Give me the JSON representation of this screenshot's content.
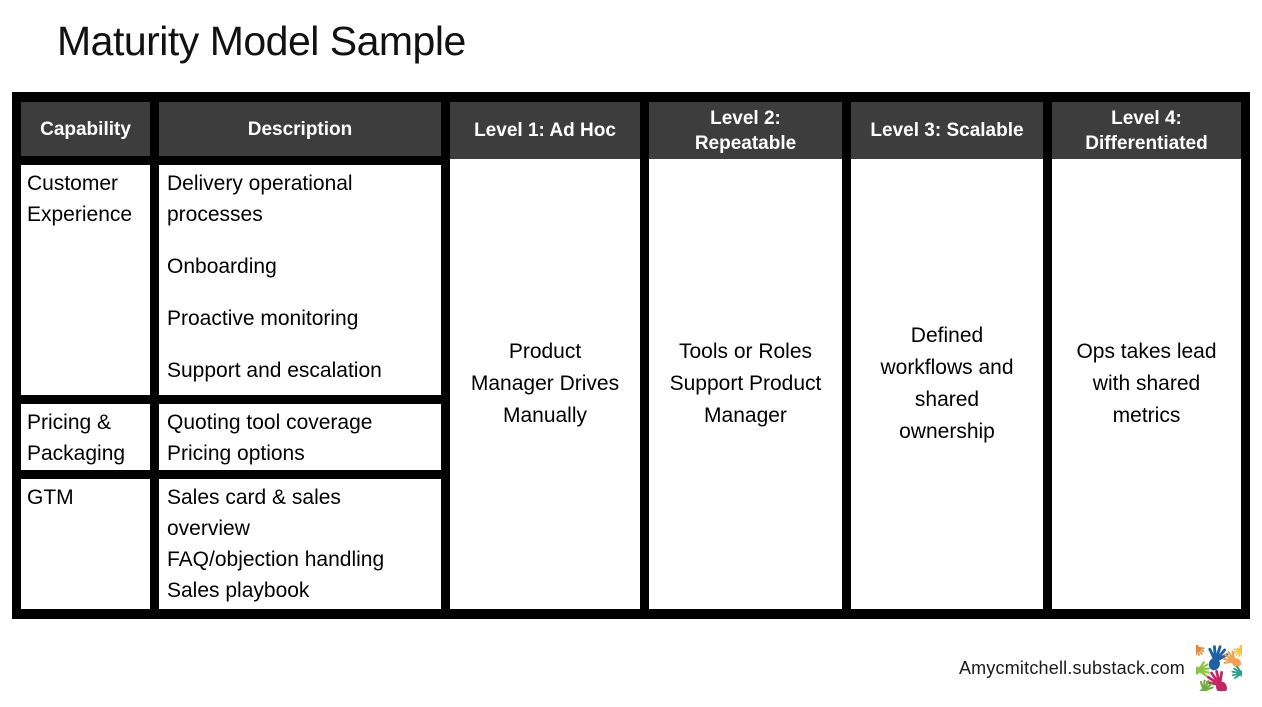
{
  "page": {
    "title": "Maturity Model Sample"
  },
  "table": {
    "columns": [
      {
        "key": "capability",
        "label": "Capability",
        "label_lines": [
          "Capability"
        ]
      },
      {
        "key": "description",
        "label": "Description",
        "label_lines": [
          "Description"
        ]
      },
      {
        "key": "level1",
        "label": "Level 1: Ad Hoc",
        "label_lines": [
          "Level 1: Ad Hoc"
        ]
      },
      {
        "key": "level2",
        "label": "Level 2: Repeatable",
        "label_lines": [
          "Level 2:",
          "Repeatable"
        ]
      },
      {
        "key": "level3",
        "label": "Level 3: Scalable",
        "label_lines": [
          "Level 3: Scalable"
        ]
      },
      {
        "key": "level4",
        "label": "Level 4: Differentiated",
        "label_lines": [
          "Level 4:",
          "Differentiated"
        ]
      }
    ],
    "rows": [
      {
        "capability": "Customer Experience",
        "description": [
          "Delivery operational processes",
          "Onboarding",
          "Proactive monitoring",
          "Support and escalation"
        ]
      },
      {
        "capability": "Pricing & Packaging",
        "description": [
          "Quoting tool coverage",
          "Pricing options"
        ]
      },
      {
        "capability": "GTM",
        "description": [
          "Sales card & sales overview",
          "FAQ/objection handling",
          "Sales playbook"
        ]
      }
    ],
    "level_cells": {
      "level1": "Product Manager Drives Manually",
      "level2": "Tools or Roles Support Product Manager",
      "level3": "Defined workflows and shared ownership",
      "level4": "Ops takes lead with shared metrics"
    }
  },
  "footer": {
    "site": "Amycmitchell.substack.com",
    "logo_icon": "colorful-hands-logo"
  },
  "colors": {
    "header_bg": "#3d3d3d",
    "header_text": "#ffffff",
    "border": "#000000",
    "body_text": "#000000",
    "logo_palette": [
      "#1e5fa8",
      "#e8872e",
      "#f0a050",
      "#c52567",
      "#6fae3e",
      "#8cc63f",
      "#2ba089",
      "#f5c242"
    ]
  }
}
